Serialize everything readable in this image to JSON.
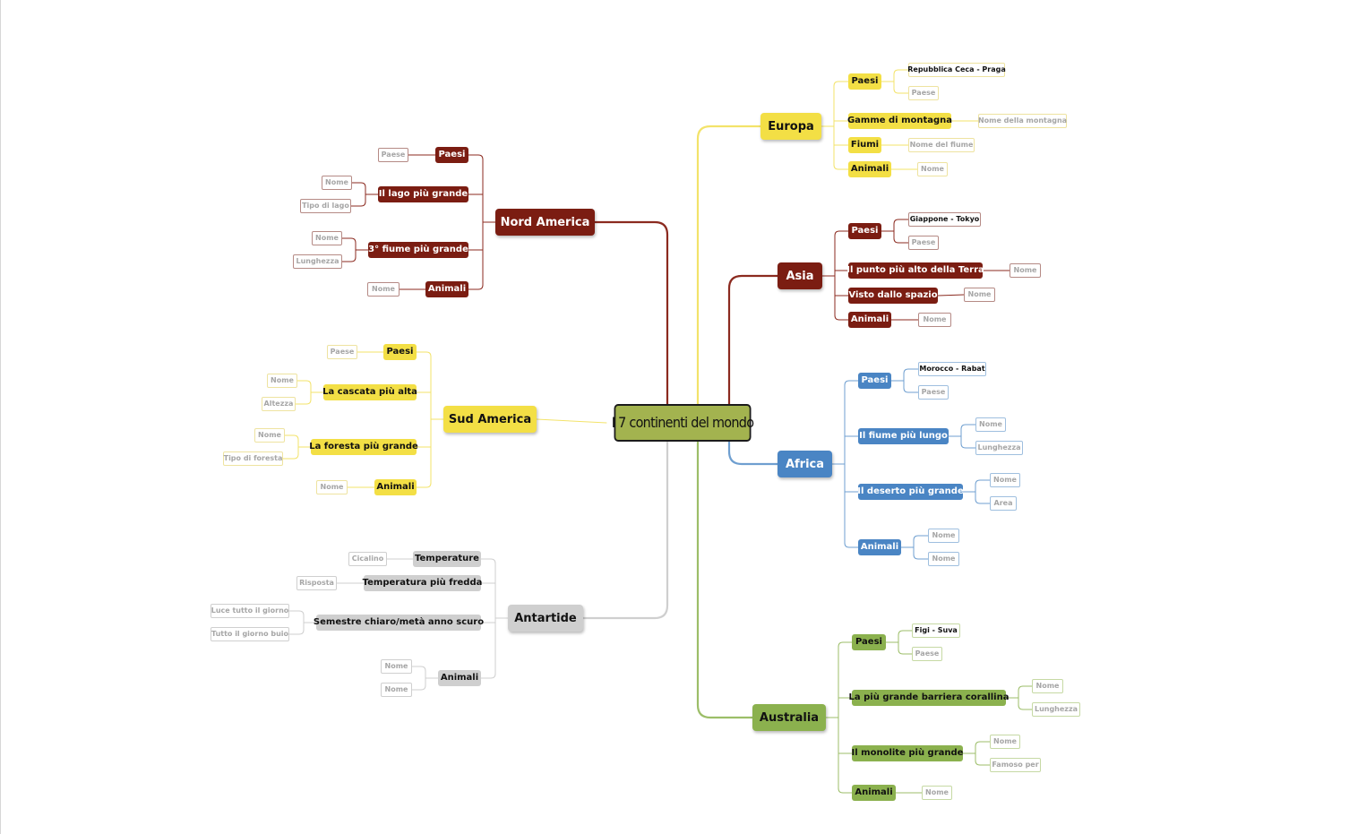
{
  "colors": {
    "yellow": "#f3df45",
    "red": "#7b1d12",
    "blue": "#4a85c4",
    "green": "#8bb14e",
    "gray": "#cfcfcf"
  },
  "center": {
    "label": "I 7 continenti del mondo"
  },
  "continents": [
    {
      "key": "europa",
      "label": "Europa",
      "color": "yellow",
      "children": [
        {
          "label": "Paesi",
          "leaves": [
            {
              "label": "Repubblica Ceca - Praga",
              "filled": true
            },
            {
              "label": "Paese"
            }
          ]
        },
        {
          "label": "Gamme di montagna",
          "leaves": [
            {
              "label": "Nome della montagna"
            }
          ]
        },
        {
          "label": "Fiumi",
          "leaves": [
            {
              "label": "Nome del fiume"
            }
          ]
        },
        {
          "label": "Animali",
          "leaves": [
            {
              "label": "Nome"
            }
          ]
        }
      ]
    },
    {
      "key": "asia",
      "label": "Asia",
      "color": "red",
      "children": [
        {
          "label": "Paesi",
          "leaves": [
            {
              "label": "Giappone - Tokyo",
              "filled": true
            },
            {
              "label": "Paese"
            }
          ]
        },
        {
          "label": "Il punto più alto della Terra",
          "leaves": [
            {
              "label": "Nome"
            }
          ]
        },
        {
          "label": "Visto dallo spazio",
          "leaves": [
            {
              "label": "Nome"
            }
          ]
        },
        {
          "label": "Animali",
          "leaves": [
            {
              "label": "Nome"
            }
          ]
        }
      ]
    },
    {
      "key": "africa",
      "label": "Africa",
      "color": "blue",
      "children": [
        {
          "label": "Paesi",
          "leaves": [
            {
              "label": "Morocco - Rabat",
              "filled": true
            },
            {
              "label": "Paese"
            }
          ]
        },
        {
          "label": "Il fiume più lungo",
          "leaves": [
            {
              "label": "Nome"
            },
            {
              "label": "Lunghezza"
            }
          ]
        },
        {
          "label": "Il deserto più grande",
          "leaves": [
            {
              "label": "Nome"
            },
            {
              "label": "Area"
            }
          ]
        },
        {
          "label": "Animali",
          "leaves": [
            {
              "label": "Nome"
            },
            {
              "label": "Nome"
            }
          ]
        }
      ]
    },
    {
      "key": "australia",
      "label": "Australia",
      "color": "green",
      "children": [
        {
          "label": "Paesi",
          "leaves": [
            {
              "label": "Figi - Suva",
              "filled": true
            },
            {
              "label": "Paese"
            }
          ]
        },
        {
          "label": "La più grande barriera corallina",
          "leaves": [
            {
              "label": "Nome"
            },
            {
              "label": "Lunghezza"
            }
          ]
        },
        {
          "label": "Il monolite più grande",
          "leaves": [
            {
              "label": "Nome"
            },
            {
              "label": "Famoso per"
            }
          ]
        },
        {
          "label": "Animali",
          "leaves": [
            {
              "label": "Nome"
            }
          ]
        }
      ]
    },
    {
      "key": "nord-america",
      "label": "Nord America",
      "color": "red",
      "children": [
        {
          "label": "Paesi",
          "leaves": [
            {
              "label": "Paese"
            }
          ]
        },
        {
          "label": "Il lago più grande",
          "leaves": [
            {
              "label": "Nome"
            },
            {
              "label": "Tipo di lago"
            }
          ]
        },
        {
          "label": "3° fiume più grande",
          "leaves": [
            {
              "label": "Nome"
            },
            {
              "label": "Lunghezza"
            }
          ]
        },
        {
          "label": "Animali",
          "leaves": [
            {
              "label": "Nome"
            }
          ]
        }
      ]
    },
    {
      "key": "sud-america",
      "label": "Sud America",
      "color": "yellow",
      "children": [
        {
          "label": "Paesi",
          "leaves": [
            {
              "label": "Paese"
            }
          ]
        },
        {
          "label": "La cascata più alta",
          "leaves": [
            {
              "label": "Nome"
            },
            {
              "label": "Altezza"
            }
          ]
        },
        {
          "label": "La foresta più grande",
          "leaves": [
            {
              "label": "Nome"
            },
            {
              "label": "Tipo di foresta"
            }
          ]
        },
        {
          "label": "Animali",
          "leaves": [
            {
              "label": "Nome"
            }
          ]
        }
      ]
    },
    {
      "key": "antartide",
      "label": "Antartide",
      "color": "gray",
      "children": [
        {
          "label": "Temperature",
          "leaves": [
            {
              "label": "Cicalino"
            }
          ]
        },
        {
          "label": "Temperatura più fredda",
          "leaves": [
            {
              "label": "Risposta"
            }
          ]
        },
        {
          "label": "Semestre chiaro/metà anno scuro",
          "leaves": [
            {
              "label": "Luce tutto il giorno"
            },
            {
              "label": "Tutto il giorno buio"
            }
          ]
        },
        {
          "label": "Animali",
          "leaves": [
            {
              "label": "Nome"
            },
            {
              "label": "Nome"
            }
          ]
        }
      ]
    }
  ]
}
